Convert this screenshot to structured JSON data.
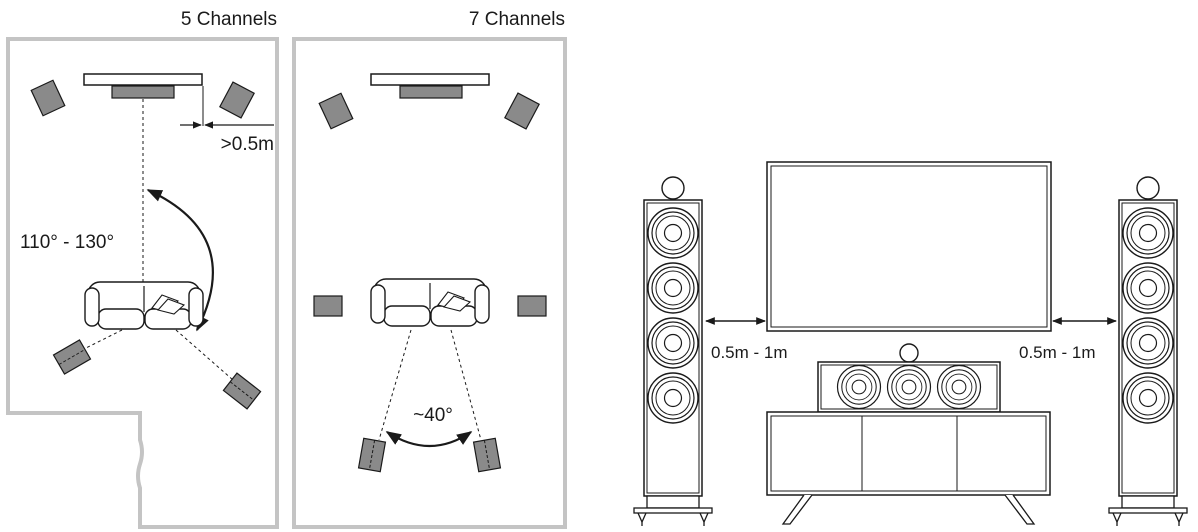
{
  "diagram": {
    "five_channels": {
      "title": "5 Channels",
      "wall_distance": ">0.5m",
      "surround_angle": "110° - 130°"
    },
    "seven_channels": {
      "title": "7 Channels",
      "rear_angle": "~40°"
    },
    "front_view": {
      "left_distance": "0.5m - 1m",
      "right_distance": "0.5m - 1m"
    }
  },
  "colors": {
    "outline": "#1a1a1a",
    "speaker_fill": "#8a8a8a",
    "room_wall": "#c4c4c4"
  }
}
